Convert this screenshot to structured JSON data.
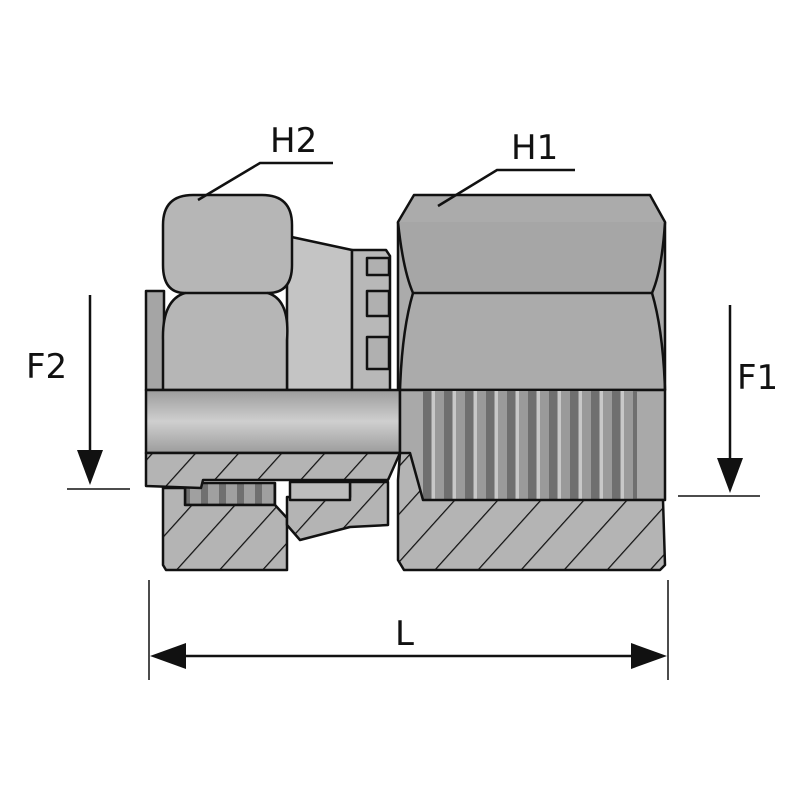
{
  "labels": {
    "hex_small": "H2",
    "hex_large": "H1",
    "thread_small": "F2",
    "thread_large": "F1",
    "length": "L"
  },
  "colors": {
    "body_light": "#bdbdbd",
    "body_mid": "#a8a8a8",
    "body_dark": "#8c8c8c",
    "outline": "#111111",
    "thread_dark": "#6e6e6e"
  }
}
